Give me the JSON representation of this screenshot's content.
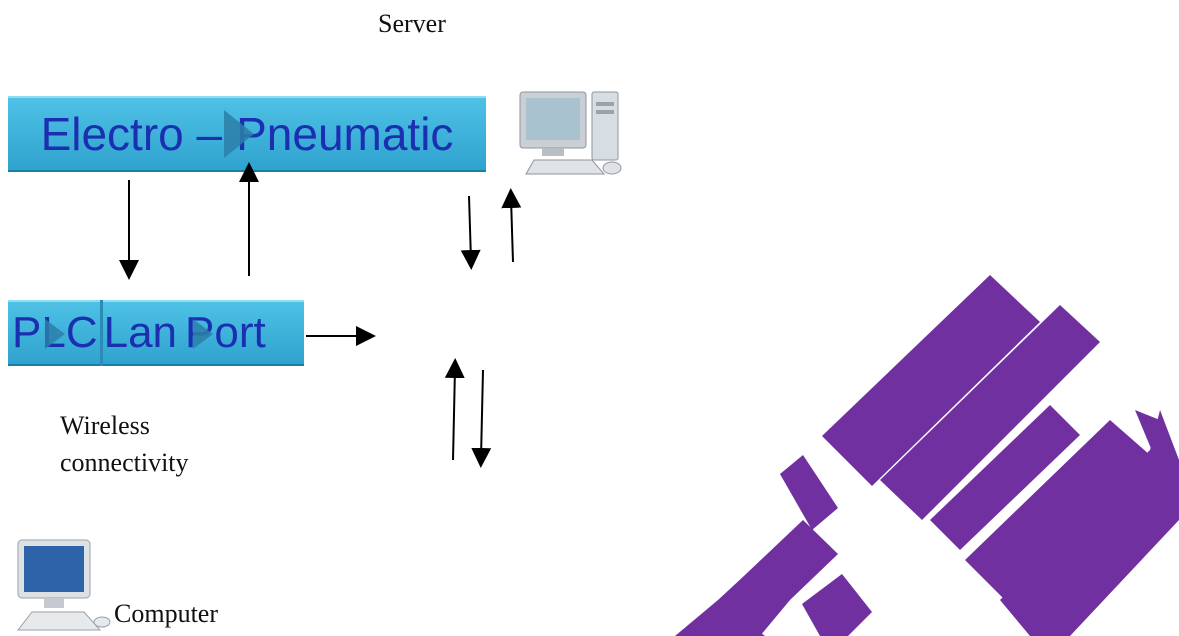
{
  "server_label": "Server",
  "electro_box": {
    "left_text": "Electro –",
    "right_text": "Pneumatic"
  },
  "plc_box": {
    "cell1": "PLC",
    "cell2": "Lan",
    "cell3": "Port"
  },
  "wireless_label": {
    "line1": "Wireless",
    "line2": "connectivity"
  },
  "computer_label": "Computer",
  "icons": {
    "server": "desktop-computer-icon",
    "computer": "desktop-computer-icon"
  },
  "colors": {
    "box_fill": "#3fb3dc",
    "box_text": "#1b2fb0",
    "chevron": "#2a7fa8",
    "watermark": "#7030a0",
    "arrow": "#000000"
  },
  "watermark": "E E"
}
